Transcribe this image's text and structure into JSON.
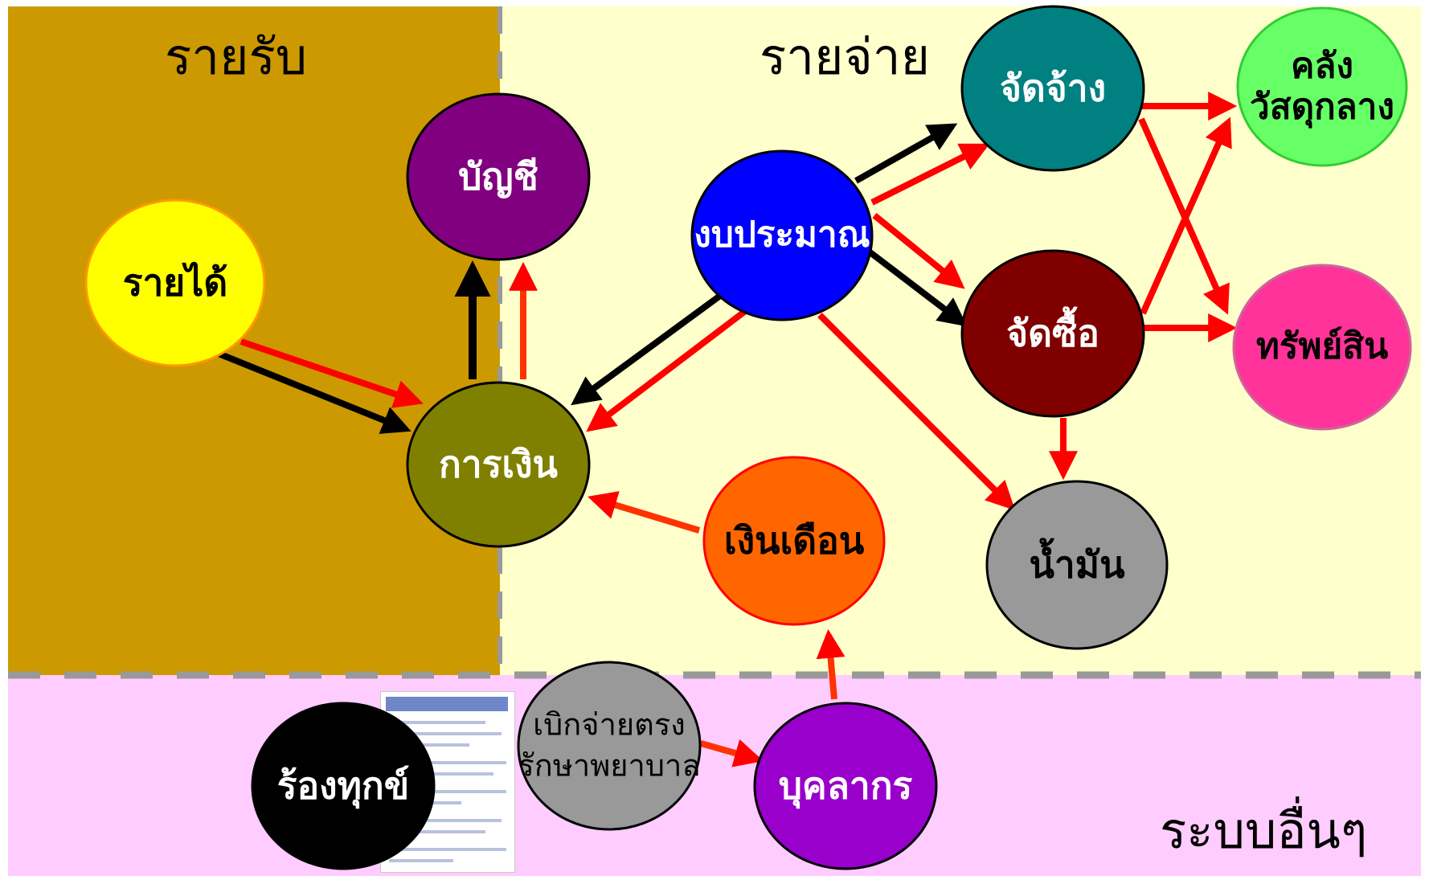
{
  "sections": {
    "income": "รายรับ",
    "expense": "รายจ่าย",
    "other": "ระบบอื่นๆ"
  },
  "nodes": {
    "income_source": "รายได้",
    "accounting": "บัญชี",
    "finance": "การเงิน",
    "budget": "งบประมาณ",
    "hiring": "จัดจ้าง",
    "purchasing": "จัดซื้อ",
    "central_store": [
      "คลัง",
      "วัสดุกลาง"
    ],
    "assets": "ทรัพย์สิน",
    "fuel": "น้ำมัน",
    "salary": "เงินเดือน",
    "complaints": "ร้องทุกข์",
    "medical_direct": [
      "เบิกจ่ายตรง",
      "รักษาพยาบาล"
    ],
    "personnel": "บุคลากร"
  },
  "colors": {
    "income_zone": "#cc9900",
    "expense_zone": "#ffffcc",
    "other_zone": "#ffccff",
    "divider": "#999999",
    "arrow_red": "#ff0000",
    "arrow_black": "#000000",
    "income_source": "#ffff00",
    "accounting": "#800080",
    "finance": "#808000",
    "budget": "#0000ff",
    "hiring": "#008080",
    "purchasing": "#800000",
    "central_store": "#66ff66",
    "assets": "#ff3399",
    "fuel": "#999999",
    "salary": "#ff6600",
    "complaints": "#000000",
    "medical_direct": "#999999",
    "personnel": "#9900cc"
  }
}
